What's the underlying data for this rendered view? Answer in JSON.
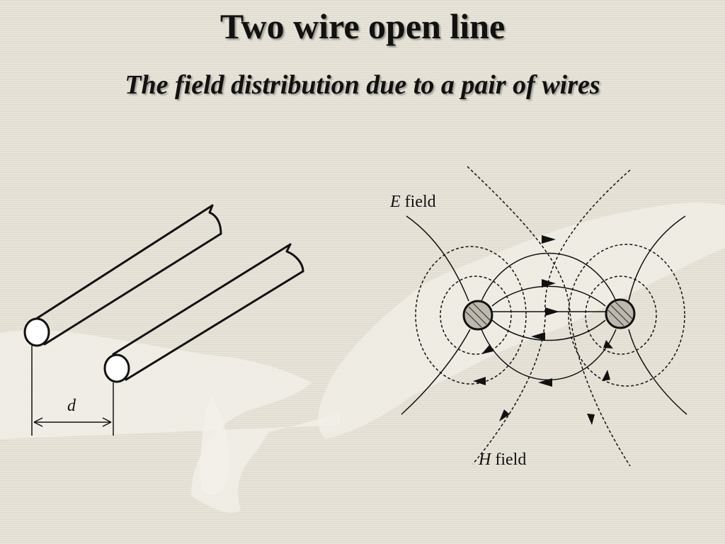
{
  "slide": {
    "title": "Two wire open line",
    "subtitle": "The field distribution due to a pair of  wires"
  },
  "wires_diagram": {
    "spacing_label": "d"
  },
  "field_diagram": {
    "e_field_label_letter": "E",
    "e_field_label_word": " field",
    "h_field_label_letter": "H",
    "h_field_label_word": " field"
  }
}
